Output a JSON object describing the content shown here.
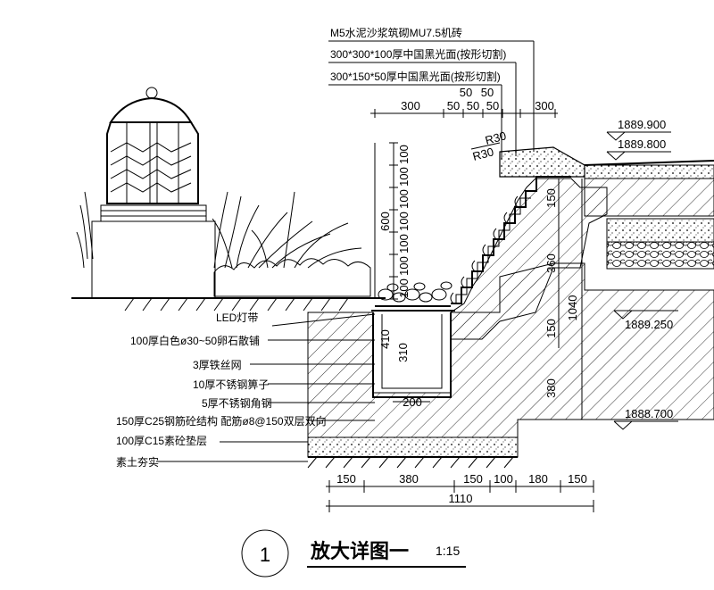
{
  "title": {
    "number": "1",
    "text": "放大详图一",
    "scale": "1:15"
  },
  "top_notes": [
    "M5水泥沙浆筑砌MU7.5机砖",
    "300*300*100厚中国黑光面(按形切割)",
    "300*150*50厚中国黑光面(按形切割)"
  ],
  "left_notes": [
    "LED灯带",
    "100厚白色ø30~50卵石散铺",
    "3厚铁丝网",
    "10厚不锈钢箅子",
    "5厚不锈钢角钢",
    "150厚C25钢筋砼结构  配筋ø8@150双层双向",
    "100厚C15素砼垫层",
    "素土夯实"
  ],
  "elevations": [
    "1889.900",
    "1889.800",
    "1889.250",
    "1888.700"
  ],
  "radius_labels": [
    "R30",
    "R30"
  ],
  "top_dims": {
    "row1": [
      "50",
      "50"
    ],
    "row2": [
      "300",
      "50",
      "50",
      "50",
      "300"
    ]
  },
  "bottom_dims": {
    "row1": [
      "150",
      "380",
      "150",
      "100",
      "180",
      "150"
    ],
    "total": "1110"
  },
  "vertical_dims": {
    "stack": [
      "100",
      "100",
      "100",
      "100",
      "100",
      "100",
      "100"
    ],
    "stack_total": "600",
    "basin": [
      "410",
      "310"
    ],
    "pit_width": "200",
    "right": [
      "150",
      "360",
      "150",
      "1040",
      "380"
    ]
  }
}
